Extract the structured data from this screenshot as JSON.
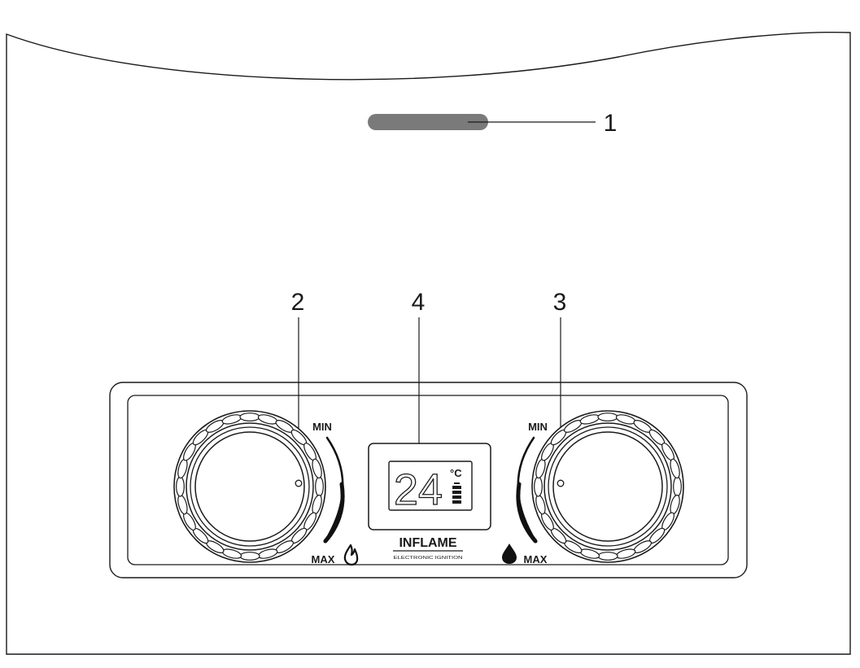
{
  "callouts": {
    "one": "1",
    "two": "2",
    "three": "3",
    "four": "4"
  },
  "left_knob": {
    "min_label": "MIN",
    "max_label": "MAX",
    "icon": "flame-icon"
  },
  "right_knob": {
    "min_label": "MIN",
    "max_label": "MAX",
    "icon": "water-drop-icon"
  },
  "display": {
    "temperature": "24",
    "unit": "°C",
    "battery_icon": "battery-icon"
  },
  "brand": {
    "name": "INFLAME",
    "tagline": "ELECTRONIC IGNITION"
  },
  "colors": {
    "line": "#1a1a1a",
    "indicator": "#7a7a7a"
  }
}
